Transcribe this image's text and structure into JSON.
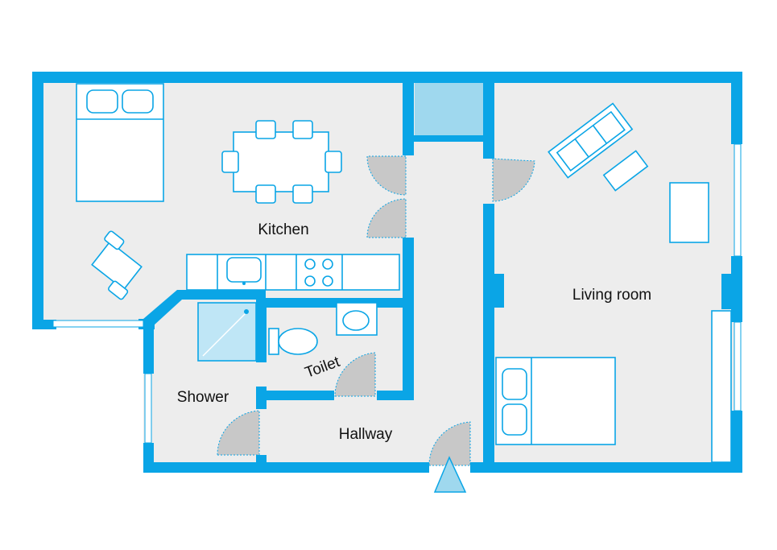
{
  "rooms": {
    "kitchen": "Kitchen",
    "living_room": "Living room",
    "toilet": "Toilet",
    "shower": "Shower",
    "hallway": "Hallway"
  },
  "colors": {
    "wall": "#0aa5e6",
    "floor": "#ededed",
    "door": "#c8c8c8",
    "closet": "#9fd8ee"
  }
}
